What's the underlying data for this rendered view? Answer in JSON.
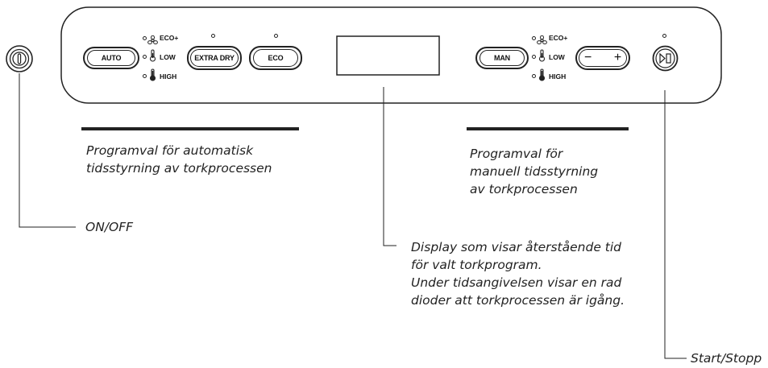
{
  "panel": {
    "auto_button": "AUTO",
    "extra_dry_button": "EXTRA DRY",
    "eco_button": "ECO",
    "man_button": "MAN",
    "minus_symbol": "−",
    "plus_symbol": "+",
    "level_eco_plus": "ECO+",
    "level_low": "LOW",
    "level_high": "HIGH"
  },
  "captions": {
    "auto": [
      "Programval för automatisk",
      "tidsstyrning av torkprocessen"
    ],
    "manual": [
      "Programval för",
      "manuell tidsstyrning",
      "av torkprocessen"
    ],
    "onoff": "ON/OFF",
    "display": [
      "Display som visar återstående tid",
      "för valt torkprogram.",
      "Under tidsangivelsen visar en rad",
      "dioder att torkprocessen är igång."
    ],
    "startstop": "Start/Stopp"
  },
  "colors": {
    "line": "#222222",
    "background": "#ffffff"
  },
  "icons": {
    "power": "power-knob-icon",
    "fan": "fan-icon",
    "thermometer": "thermometer-icon",
    "start_stop": "play-pause-icon"
  }
}
